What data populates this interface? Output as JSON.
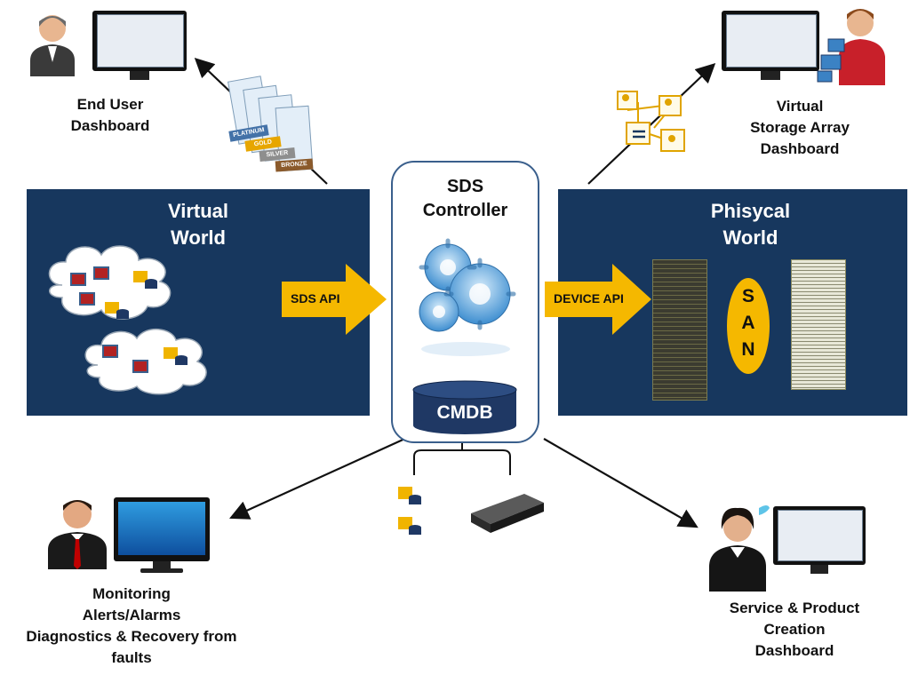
{
  "virtual_world": {
    "title_line1": "Virtual",
    "title_line2": "World"
  },
  "physical_world": {
    "title_line1": "Phisycal",
    "title_line2": "World"
  },
  "controller": {
    "title_line1": "SDS",
    "title_line2": "Controller",
    "db_label": "CMDB"
  },
  "arrows": {
    "sds_api": "SDS API",
    "device_api": "DEVICE API"
  },
  "san": {
    "letters": [
      "S",
      "A",
      "N"
    ]
  },
  "badges": [
    "PLATINUM",
    "GOLD",
    "SILVER",
    "BRONZE"
  ],
  "end_user": {
    "line1": "End User",
    "line2": "Dashboard"
  },
  "storage_array": {
    "line1": "Virtual",
    "line2": "Storage Array",
    "line3": "Dashboard"
  },
  "monitoring": {
    "line1": "Monitoring",
    "line2": "Alerts/Alarms",
    "line3": "Diagnostics & Recovery from",
    "line4": "faults"
  },
  "service_product": {
    "line1": "Service & Product",
    "line2": "Creation",
    "line3": "Dashboard"
  },
  "colors": {
    "panel": "#17375e",
    "arrow": "#f5b800",
    "folder": "#f0b400",
    "db": "#1f3864"
  }
}
